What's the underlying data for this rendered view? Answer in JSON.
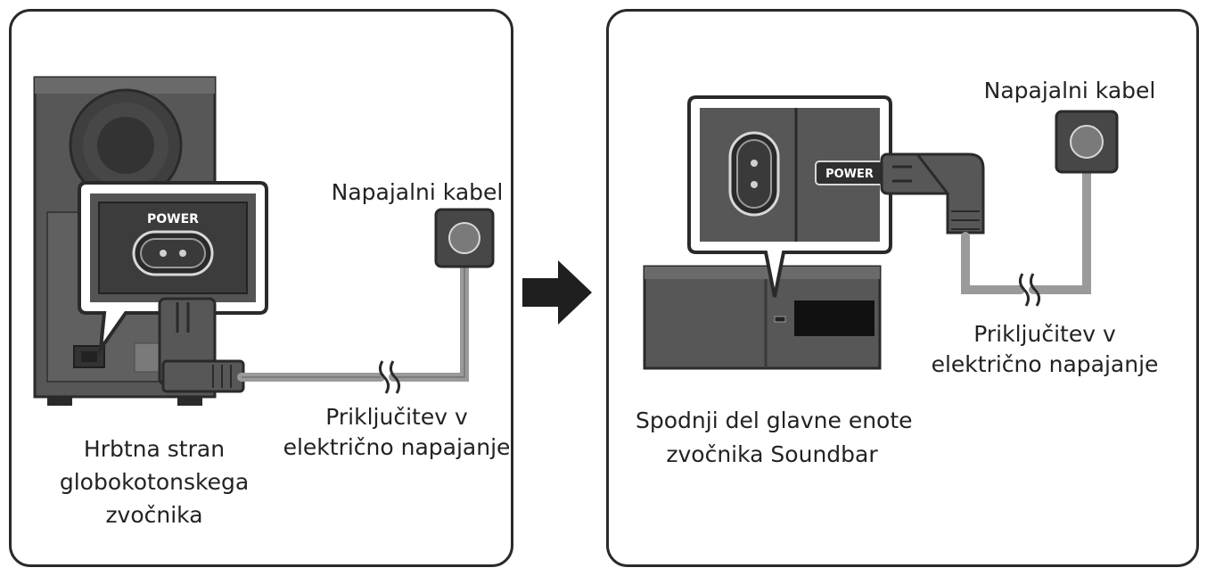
{
  "left_panel": {
    "jack_label": "POWER",
    "cable_label": "Napajalni kabel",
    "outlet_label": [
      "Priključitev v",
      "električno napajanje"
    ],
    "device_label": [
      "Hrbtna stran",
      "globokotonskega",
      "zvočnika"
    ]
  },
  "right_panel": {
    "jack_label": "POWER",
    "cable_label": "Napajalni kabel",
    "outlet_label": [
      "Priključitev v",
      "električno napajanje"
    ],
    "device_label": [
      "Spodnji del glavne enote",
      "zvočnika Soundbar"
    ]
  }
}
